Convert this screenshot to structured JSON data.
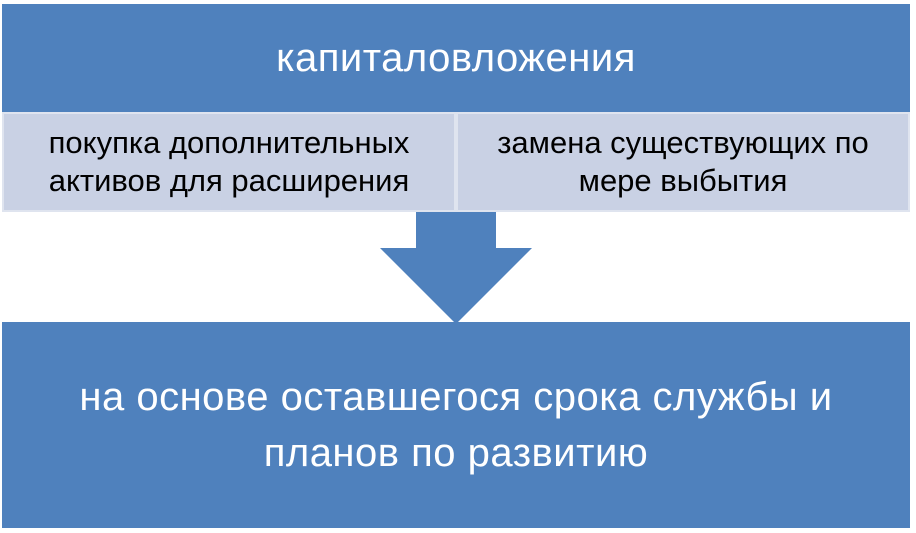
{
  "diagram": {
    "top": {
      "label": "капиталовложения"
    },
    "branches": [
      {
        "label": "покупка дополнительных активов для расширения"
      },
      {
        "label": "замена существующих по мере выбытия"
      }
    ],
    "result": {
      "label": "на основе оставшегося срока службы и планов по развитию"
    },
    "colors": {
      "primary": "#4f81bd",
      "secondary": "#c9d1e4",
      "text_light": "#ffffff",
      "text_dark": "#000000"
    }
  }
}
